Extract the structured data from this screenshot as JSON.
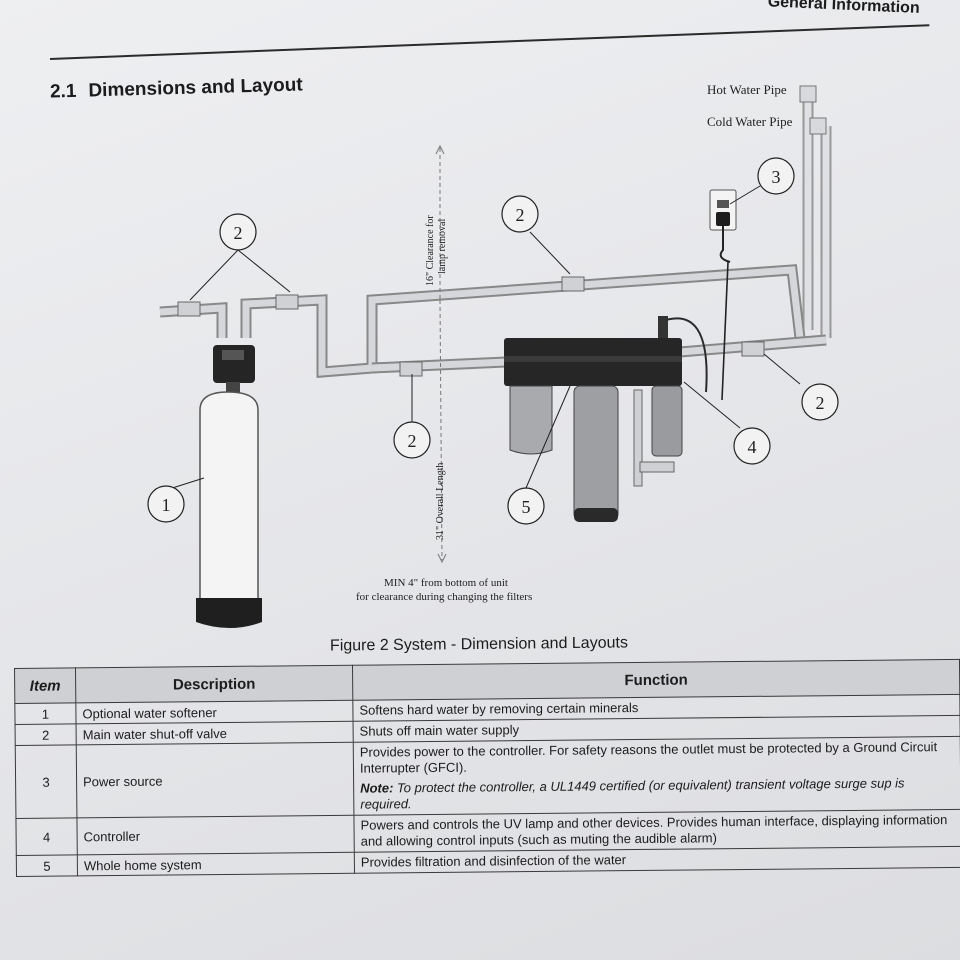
{
  "header": {
    "title": "General Information"
  },
  "section": {
    "number": "2.1",
    "title": "Dimensions and Layout"
  },
  "diagram": {
    "hot_pipe_label": "Hot Water Pipe",
    "cold_pipe_label": "Cold Water Pipe",
    "clearance_top_line1": "16\" Clearance for",
    "clearance_top_line2": "lamp removal",
    "overall_length": "31\" Overall Length",
    "min_clearance_line1": "MIN 4\" from bottom of unit",
    "min_clearance_line2": "for clearance during changing the filters",
    "callouts": [
      "1",
      "2",
      "2",
      "2",
      "2",
      "3",
      "4",
      "5"
    ]
  },
  "figure": {
    "caption": "Figure 2 System - Dimension and Layouts"
  },
  "table": {
    "headers": [
      "Item",
      "Description",
      "Function"
    ],
    "rows": [
      {
        "item": "1",
        "description": "Optional water softener",
        "function": "Softens hard water by removing certain minerals"
      },
      {
        "item": "2",
        "description": "Main water shut-off valve",
        "function": "Shuts off main water supply"
      },
      {
        "item": "3",
        "description": "Power source",
        "function": "Provides power to the controller. For safety reasons the outlet must be protected by a Ground Circuit Interrupter (GFCI).",
        "note_label": "Note:",
        "note_text": "To protect the controller, a UL1449 certified (or equivalent) transient voltage surge sup is required."
      },
      {
        "item": "4",
        "description": "Controller",
        "function": "Powers and controls the UV lamp and other devices. Provides human interface, displaying information and allowing control inputs (such as muting the audible alarm)"
      },
      {
        "item": "5",
        "description": "Whole home system",
        "function": "Provides filtration and disinfection of the water"
      }
    ]
  },
  "colors": {
    "paper": "#e9eaed",
    "ink": "#1c1c1c",
    "pipe": "#cfd1d4",
    "tank": "#f3f3f3",
    "housing": "#2a2a2a"
  }
}
